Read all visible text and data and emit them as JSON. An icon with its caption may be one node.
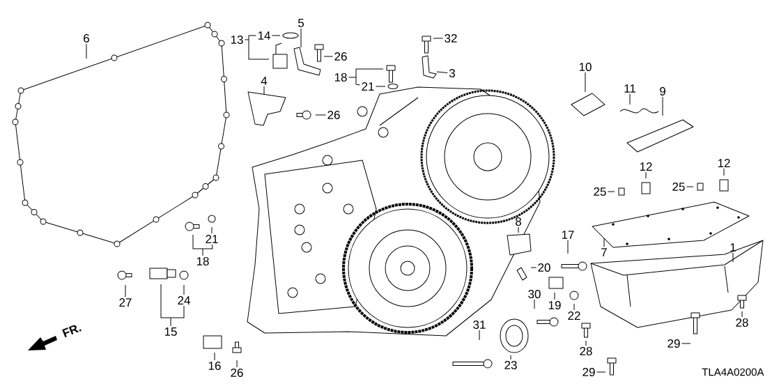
{
  "diagram": {
    "nodes": [
      {
        "text": [
          "6"
        ]
      },
      {
        "text": [
          "5"
        ]
      },
      {
        "text": [
          "14"
        ]
      },
      {
        "text": [
          "13"
        ]
      },
      {
        "text": [
          "32"
        ]
      },
      {
        "text": [
          "26"
        ]
      },
      {
        "text": [
          "3"
        ]
      },
      {
        "text": [
          "10"
        ]
      },
      {
        "text": [
          "18"
        ]
      },
      {
        "text": [
          "4"
        ]
      },
      {
        "text": [
          "21"
        ]
      },
      {
        "text": [
          "11"
        ]
      },
      {
        "text": [
          "9"
        ]
      },
      {
        "text": [
          "26"
        ]
      },
      {
        "text": [
          "12"
        ]
      },
      {
        "text": [
          "12"
        ]
      },
      {
        "text": [
          "25"
        ]
      },
      {
        "text": [
          "25"
        ]
      },
      {
        "text": [
          "8"
        ]
      },
      {
        "text": [
          "17"
        ]
      },
      {
        "text": [
          "21"
        ]
      },
      {
        "text": [
          "1"
        ]
      },
      {
        "text": [
          "7"
        ]
      },
      {
        "text": [
          "18"
        ]
      },
      {
        "text": [
          "20"
        ]
      },
      {
        "text": [
          "30"
        ]
      },
      {
        "text": [
          "27"
        ]
      },
      {
        "text": [
          "24"
        ]
      },
      {
        "text": [
          "19"
        ]
      },
      {
        "text": [
          "22"
        ]
      },
      {
        "text": [
          "28"
        ]
      },
      {
        "text": [
          "31"
        ]
      },
      {
        "text": [
          "15"
        ]
      },
      {
        "text": [
          "29"
        ]
      },
      {
        "text": [
          "28"
        ]
      },
      {
        "text": [
          "16"
        ]
      },
      {
        "text": [
          "23"
        ]
      },
      {
        "text": [
          "29"
        ]
      },
      {
        "text": [
          "26"
        ]
      }
    ],
    "edges": [
      {
        "from": 0,
        "to": null,
        "arrow": "none"
      },
      {
        "from": 1,
        "to": null,
        "arrow": "none"
      },
      {
        "from": 2,
        "to": null,
        "arrow": "none"
      },
      {
        "from": 3,
        "to": 2,
        "arrow": "none"
      },
      {
        "from": 4,
        "to": null,
        "arrow": "none"
      },
      {
        "from": 5,
        "to": null,
        "arrow": "none"
      },
      {
        "from": 6,
        "to": null,
        "arrow": "none"
      },
      {
        "from": 7,
        "to": null,
        "arrow": "none"
      },
      {
        "from": 8,
        "to": 10,
        "arrow": "none"
      },
      {
        "from": 9,
        "to": null,
        "arrow": "none"
      },
      {
        "from": 10,
        "to": null,
        "arrow": "none"
      },
      {
        "from": 11,
        "to": null,
        "arrow": "none"
      },
      {
        "from": 12,
        "to": null,
        "arrow": "none"
      },
      {
        "from": 13,
        "to": null,
        "arrow": "none"
      },
      {
        "from": 14,
        "to": null,
        "arrow": "none"
      },
      {
        "from": 15,
        "to": null,
        "arrow": "none"
      },
      {
        "from": 16,
        "to": null,
        "arrow": "none"
      },
      {
        "from": 17,
        "to": null,
        "arrow": "none"
      },
      {
        "from": 18,
        "to": null,
        "arrow": "none"
      },
      {
        "from": 19,
        "to": null,
        "arrow": "none"
      },
      {
        "from": 20,
        "to": null,
        "arrow": "none"
      },
      {
        "from": 21,
        "to": null,
        "arrow": "none"
      },
      {
        "from": 22,
        "to": null,
        "arrow": "none"
      },
      {
        "from": 23,
        "to": 20,
        "arrow": "none"
      },
      {
        "from": 24,
        "to": null,
        "arrow": "none"
      },
      {
        "from": 25,
        "to": null,
        "arrow": "none"
      },
      {
        "from": 26,
        "to": null,
        "arrow": "none"
      },
      {
        "from": 27,
        "to": null,
        "arrow": "none"
      },
      {
        "from": 28,
        "to": null,
        "arrow": "none"
      },
      {
        "from": 29,
        "to": null,
        "arrow": "none"
      },
      {
        "from": 30,
        "to": null,
        "arrow": "none"
      },
      {
        "from": 31,
        "to": null,
        "arrow": "none"
      },
      {
        "from": 32,
        "to": 27,
        "arrow": "none"
      },
      {
        "from": 33,
        "to": null,
        "arrow": "none"
      },
      {
        "from": 34,
        "to": null,
        "arrow": "none"
      },
      {
        "from": 35,
        "to": null,
        "arrow": "none"
      },
      {
        "from": 36,
        "to": null,
        "arrow": "none"
      },
      {
        "from": 37,
        "to": null,
        "arrow": "none"
      },
      {
        "from": 38,
        "to": null,
        "arrow": "none"
      }
    ],
    "labels": [
      "FR.",
      "TLA4A0200A"
    ]
  }
}
